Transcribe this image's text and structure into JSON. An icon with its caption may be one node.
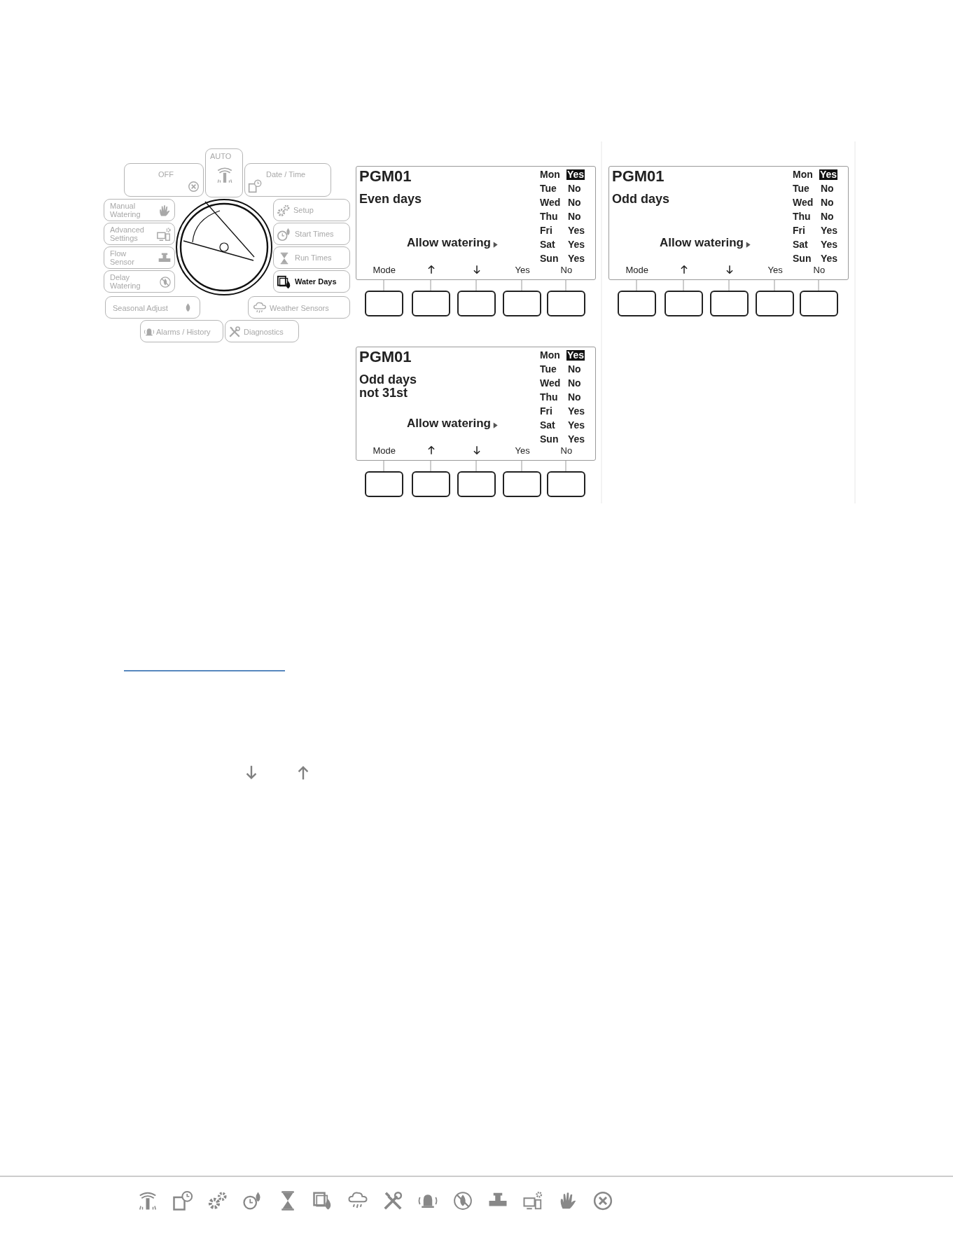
{
  "diagram": {
    "nodes": [
      {
        "text": [
          "AUTO"
        ]
      },
      {
        "text": [
          "OFF"
        ]
      },
      {
        "text": [
          "Date / Time"
        ]
      },
      {
        "text": [
          "Manual Watering"
        ]
      },
      {
        "text": [
          "Setup"
        ]
      },
      {
        "text": [
          "Advanced Settings"
        ]
      },
      {
        "text": [
          "Start Times"
        ]
      },
      {
        "text": [
          "Flow Sensor"
        ]
      },
      {
        "text": [
          "Run Times"
        ]
      },
      {
        "text": [
          "Delay Watering"
        ]
      },
      {
        "text": [
          "Water Days"
        ]
      },
      {
        "text": [
          "Seasonal Adjust"
        ]
      },
      {
        "text": [
          "Weather Sensors"
        ]
      },
      {
        "text": [
          "Alarms / History"
        ]
      },
      {
        "text": [
          "Diagnostics"
        ]
      },
      {
        "text": [],
        "shape": "circle"
      },
      {
        "text": [
          "PGM01",
          "Even days",
          "Allow watering",
          "Mon",
          "Yes",
          "Tue",
          "No",
          "Wed",
          "No",
          "Thu",
          "No",
          "Fri",
          "Yes",
          "Sat",
          "Yes",
          "Sun",
          "Yes",
          "Mode",
          "Yes",
          "No"
        ]
      },
      {
        "text": [],
        "shape": "box"
      },
      {
        "text": [],
        "shape": "box"
      },
      {
        "text": [],
        "shape": "box"
      },
      {
        "text": [],
        "shape": "box"
      },
      {
        "text": [],
        "shape": "box"
      },
      {
        "text": [
          "PGM01",
          "Odd days",
          "Allow watering",
          "Mon",
          "Yes",
          "Tue",
          "No",
          "Wed",
          "No",
          "Thu",
          "No",
          "Fri",
          "Yes",
          "Sat",
          "Yes",
          "Sun",
          "Yes",
          "Mode",
          "Yes",
          "No"
        ]
      },
      {
        "text": [],
        "shape": "box"
      },
      {
        "text": [],
        "shape": "box"
      },
      {
        "text": [],
        "shape": "box"
      },
      {
        "text": [],
        "shape": "box"
      },
      {
        "text": [],
        "shape": "box"
      },
      {
        "text": [
          "PGM01",
          "Odd days not 31st",
          "Allow watering",
          "Mon",
          "Yes",
          "Tue",
          "No",
          "Wed",
          "No",
          "Thu",
          "No",
          "Fri",
          "Yes",
          "Sat",
          "Yes",
          "Sun",
          "Yes",
          "Mode",
          "Yes",
          "No"
        ]
      },
      {
        "text": [],
        "shape": "box"
      },
      {
        "text": [],
        "shape": "box"
      },
      {
        "text": [],
        "shape": "box"
      },
      {
        "text": [],
        "shape": "box"
      },
      {
        "text": [],
        "shape": "box"
      }
    ],
    "edges": [
      {
        "from": 16,
        "to": 17,
        "arrow": "none"
      },
      {
        "from": 16,
        "to": 18,
        "arrow": "none"
      },
      {
        "from": 16,
        "to": 19,
        "arrow": "none"
      },
      {
        "from": 16,
        "to": 20,
        "arrow": "none"
      },
      {
        "from": 16,
        "to": 21,
        "arrow": "none"
      },
      {
        "from": 22,
        "to": 23,
        "arrow": "none"
      },
      {
        "from": 22,
        "to": 24,
        "arrow": "none"
      },
      {
        "from": 22,
        "to": 25,
        "arrow": "none"
      },
      {
        "from": 22,
        "to": 26,
        "arrow": "none"
      },
      {
        "from": 22,
        "to": 27,
        "arrow": "none"
      },
      {
        "from": 28,
        "to": 29,
        "arrow": "none"
      },
      {
        "from": 28,
        "to": 30,
        "arrow": "none"
      },
      {
        "from": 28,
        "to": 31,
        "arrow": "none"
      },
      {
        "from": 28,
        "to": 32,
        "arrow": "none"
      },
      {
        "from": 28,
        "to": 33,
        "arrow": "none"
      }
    ]
  }
}
